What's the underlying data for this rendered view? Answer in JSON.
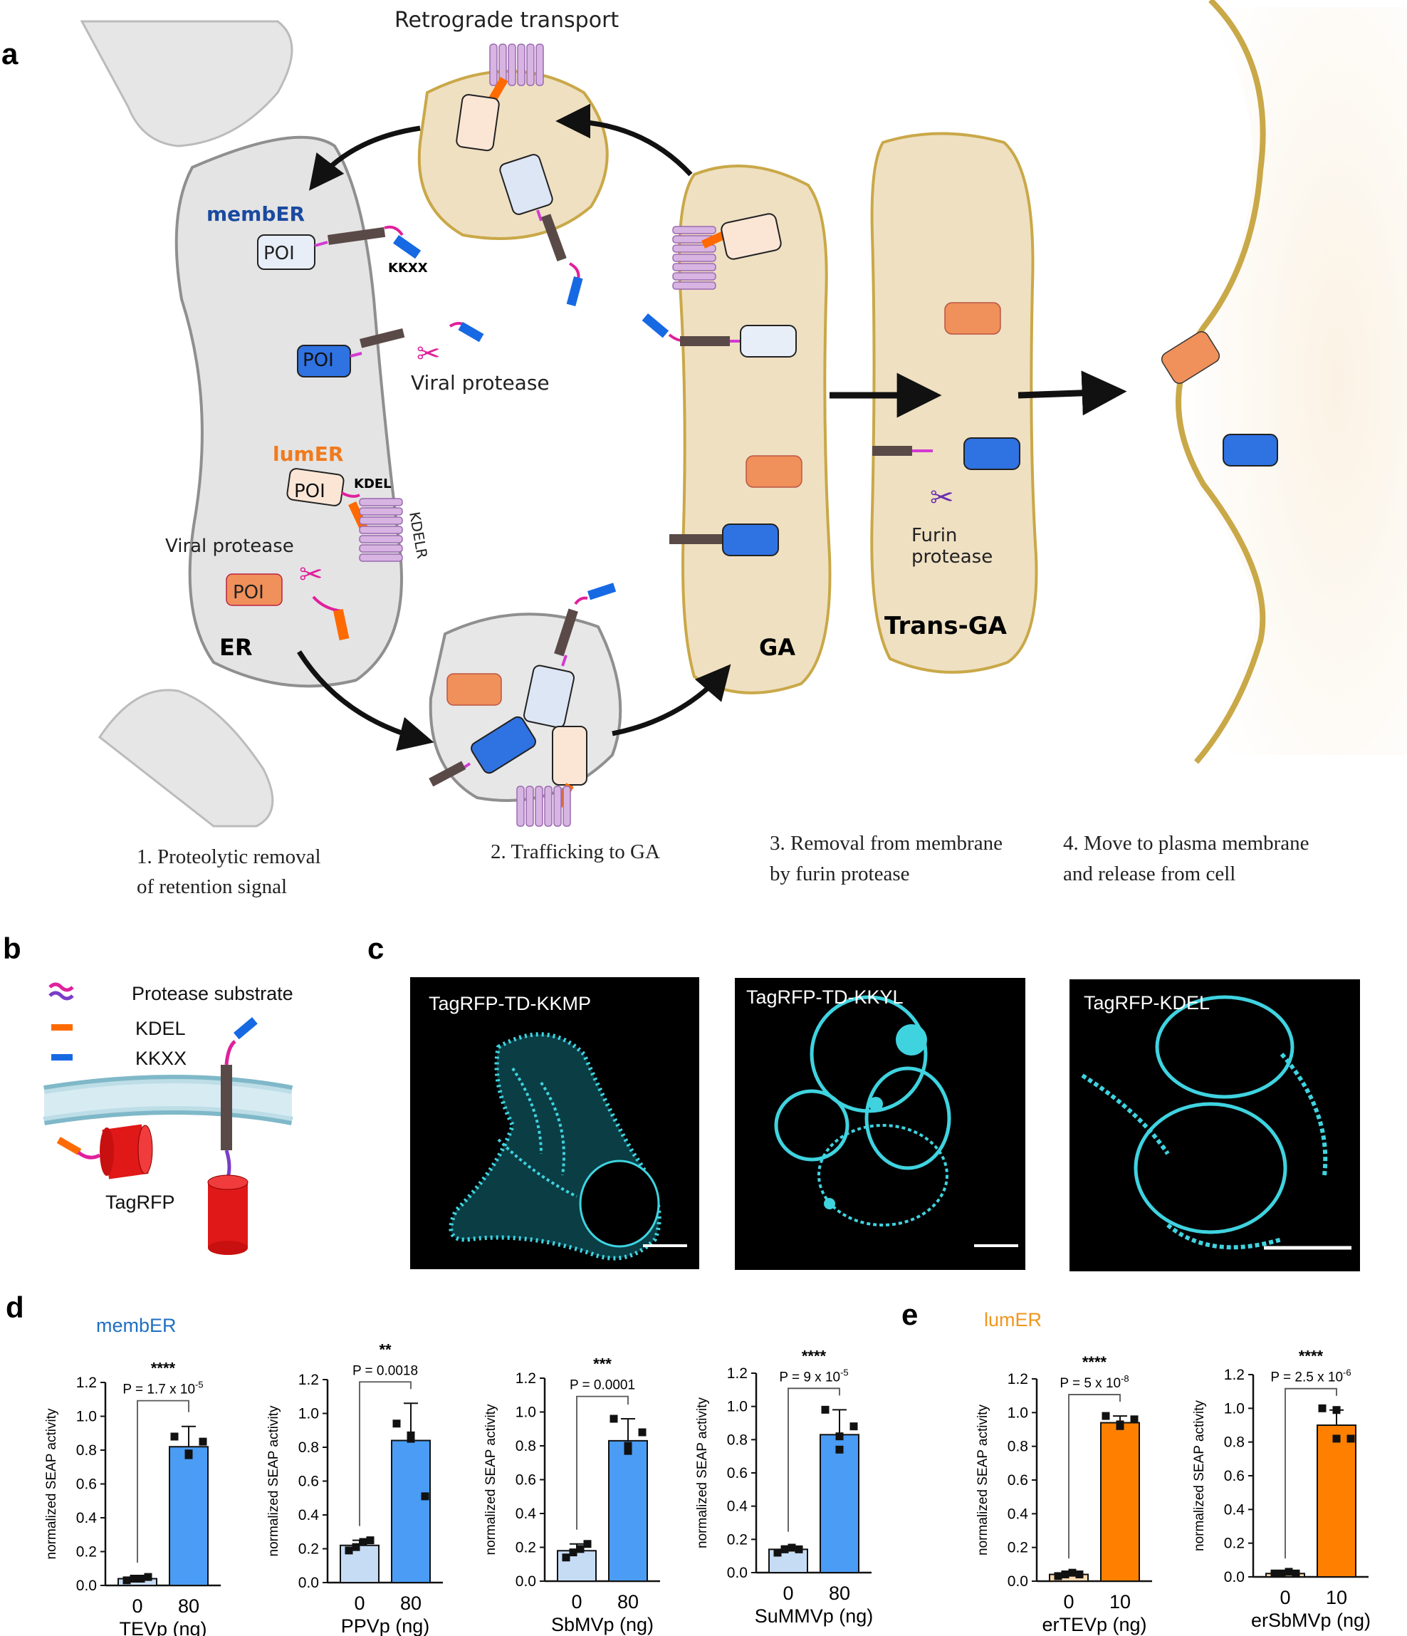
{
  "panel_a": {
    "label": "a",
    "retrograde_label": "Retrograde transport",
    "membER_label": "membER",
    "kkxx_label": "KKXX",
    "poi_label": "POI",
    "viral_protease_1": "Viral protease",
    "lumER_label": "lumER",
    "kdel_label": "KDEL",
    "kdelr_label": "KDELR",
    "viral_protease_2": "Viral protease",
    "er_label": "ER",
    "ga_label": "GA",
    "trans_ga_label": "Trans-GA",
    "furin_label_1": "Furin",
    "furin_label_2": "protease",
    "step1_line1": "1. Proteolytic removal",
    "step1_line2": "of retention signal",
    "step2_line1": "2. Trafficking to GA",
    "step3_line1": "3. Removal from membrane",
    "step3_line2": "by furin protease",
    "step4_line1": "4. Move to plasma membrane",
    "step4_line2": "and release from cell"
  },
  "panel_b": {
    "label": "b",
    "legend": [
      "Protease substrate",
      "KDEL",
      "KKXX"
    ],
    "tagrfp_label": "TagRFP"
  },
  "panel_c": {
    "label": "c",
    "images": [
      "TagRFP-TD-KKMP",
      "TagRFP-TD-KKYL",
      "TagRFP-KDEL"
    ]
  },
  "panel_d": {
    "label": "d",
    "group_label": "membER"
  },
  "panel_e": {
    "label": "e",
    "group_label": "lumER"
  },
  "colors": {
    "membER": "#1f6fc2",
    "lumER": "#f0961e",
    "blue_bar": "#4a9cf5",
    "light_blue_bar": "#c6dcf5",
    "orange_bar": "#ff8000",
    "light_orange_bar": "#ffd9b0",
    "cyan": "#3fd3e0"
  },
  "chart_data": [
    {
      "type": "bar",
      "panel": "d",
      "categories": [
        "0",
        "80"
      ],
      "values": [
        0.04,
        0.82
      ],
      "errors": [
        0.01,
        0.12
      ],
      "points": [
        [
          0.03,
          0.04,
          0.04,
          0.05
        ],
        [
          0.88,
          0.77,
          0.78,
          0.85
        ]
      ],
      "xlabel": "TEVp (ng)",
      "ylabel": "normalized SEAP activity",
      "ylim": [
        0,
        1.2
      ],
      "yticks": [
        "0.0",
        "0.2",
        "0.4",
        "0.6",
        "0.8",
        "1.0",
        "1.2"
      ],
      "stars": "****",
      "p_base": "P = 1.7 x 10",
      "p_exp": "-5"
    },
    {
      "type": "bar",
      "panel": "d",
      "categories": [
        "0",
        "80"
      ],
      "values": [
        0.22,
        0.84
      ],
      "errors": [
        0.03,
        0.22
      ],
      "points": [
        [
          0.19,
          0.21,
          0.24,
          0.25
        ],
        [
          0.94,
          0.87,
          0.85,
          0.51
        ]
      ],
      "xlabel": "PPVp (ng)",
      "ylabel": "normalized SEAP activity",
      "ylim": [
        0,
        1.2
      ],
      "yticks": [
        "0.0",
        "0.2",
        "0.4",
        "0.6",
        "0.8",
        "1.0",
        "1.2"
      ],
      "stars": "**",
      "p_base": "P = 0.0018",
      "p_exp": ""
    },
    {
      "type": "bar",
      "panel": "d",
      "categories": [
        "0",
        "80"
      ],
      "values": [
        0.18,
        0.83
      ],
      "errors": [
        0.04,
        0.13
      ],
      "points": [
        [
          0.14,
          0.17,
          0.19,
          0.22
        ],
        [
          0.96,
          0.8,
          0.77,
          0.88
        ]
      ],
      "xlabel": "SbMVp (ng)",
      "ylabel": "normalized SEAP activity",
      "ylim": [
        0,
        1.2
      ],
      "yticks": [
        "0.0",
        "0.2",
        "0.4",
        "0.6",
        "0.8",
        "1.0",
        "1.2"
      ],
      "stars": "***",
      "p_base": "P = 0.0001",
      "p_exp": ""
    },
    {
      "type": "bar",
      "panel": "d",
      "categories": [
        "0",
        "80"
      ],
      "values": [
        0.14,
        0.83
      ],
      "errors": [
        0.02,
        0.15
      ],
      "points": [
        [
          0.12,
          0.14,
          0.15,
          0.14
        ],
        [
          0.98,
          0.82,
          0.74,
          0.88
        ]
      ],
      "xlabel": "SuMMVp (ng)",
      "ylabel": "normalized SEAP activity",
      "ylim": [
        0,
        1.2
      ],
      "yticks": [
        "0.0",
        "0.2",
        "0.4",
        "0.6",
        "0.8",
        "1.0",
        "1.2"
      ],
      "stars": "****",
      "p_base": "P = 9 x 10",
      "p_exp": "-5"
    },
    {
      "type": "bar",
      "panel": "e",
      "categories": [
        "0",
        "10"
      ],
      "values": [
        0.04,
        0.94
      ],
      "errors": [
        0.01,
        0.04
      ],
      "points": [
        [
          0.03,
          0.04,
          0.05,
          0.04
        ],
        [
          0.98,
          0.92,
          0.93,
          0.96
        ]
      ],
      "xlabel": "erTEVp (ng)",
      "ylabel": "normalized SEAP activity",
      "ylim": [
        0,
        1.2
      ],
      "yticks": [
        "0.0",
        "0.2",
        "0.4",
        "0.6",
        "0.8",
        "1.0",
        "1.2"
      ],
      "stars": "****",
      "p_base": "P = 5 x 10",
      "p_exp": "-8"
    },
    {
      "type": "bar",
      "panel": "e",
      "categories": [
        "0",
        "10"
      ],
      "values": [
        0.02,
        0.9
      ],
      "errors": [
        0.005,
        0.09
      ],
      "points": [
        [
          0.02,
          0.02,
          0.03,
          0.02
        ],
        [
          1.0,
          0.99,
          0.82,
          0.82
        ]
      ],
      "xlabel": "erSbMVp (ng)",
      "ylabel": "normalized SEAP activity",
      "ylim": [
        0,
        1.2
      ],
      "yticks": [
        "0.0",
        "0.2",
        "0.4",
        "0.6",
        "0.8",
        "1.0",
        "1.2"
      ],
      "stars": "****",
      "p_base": "P = 2.5 x 10",
      "p_exp": "-6"
    }
  ]
}
